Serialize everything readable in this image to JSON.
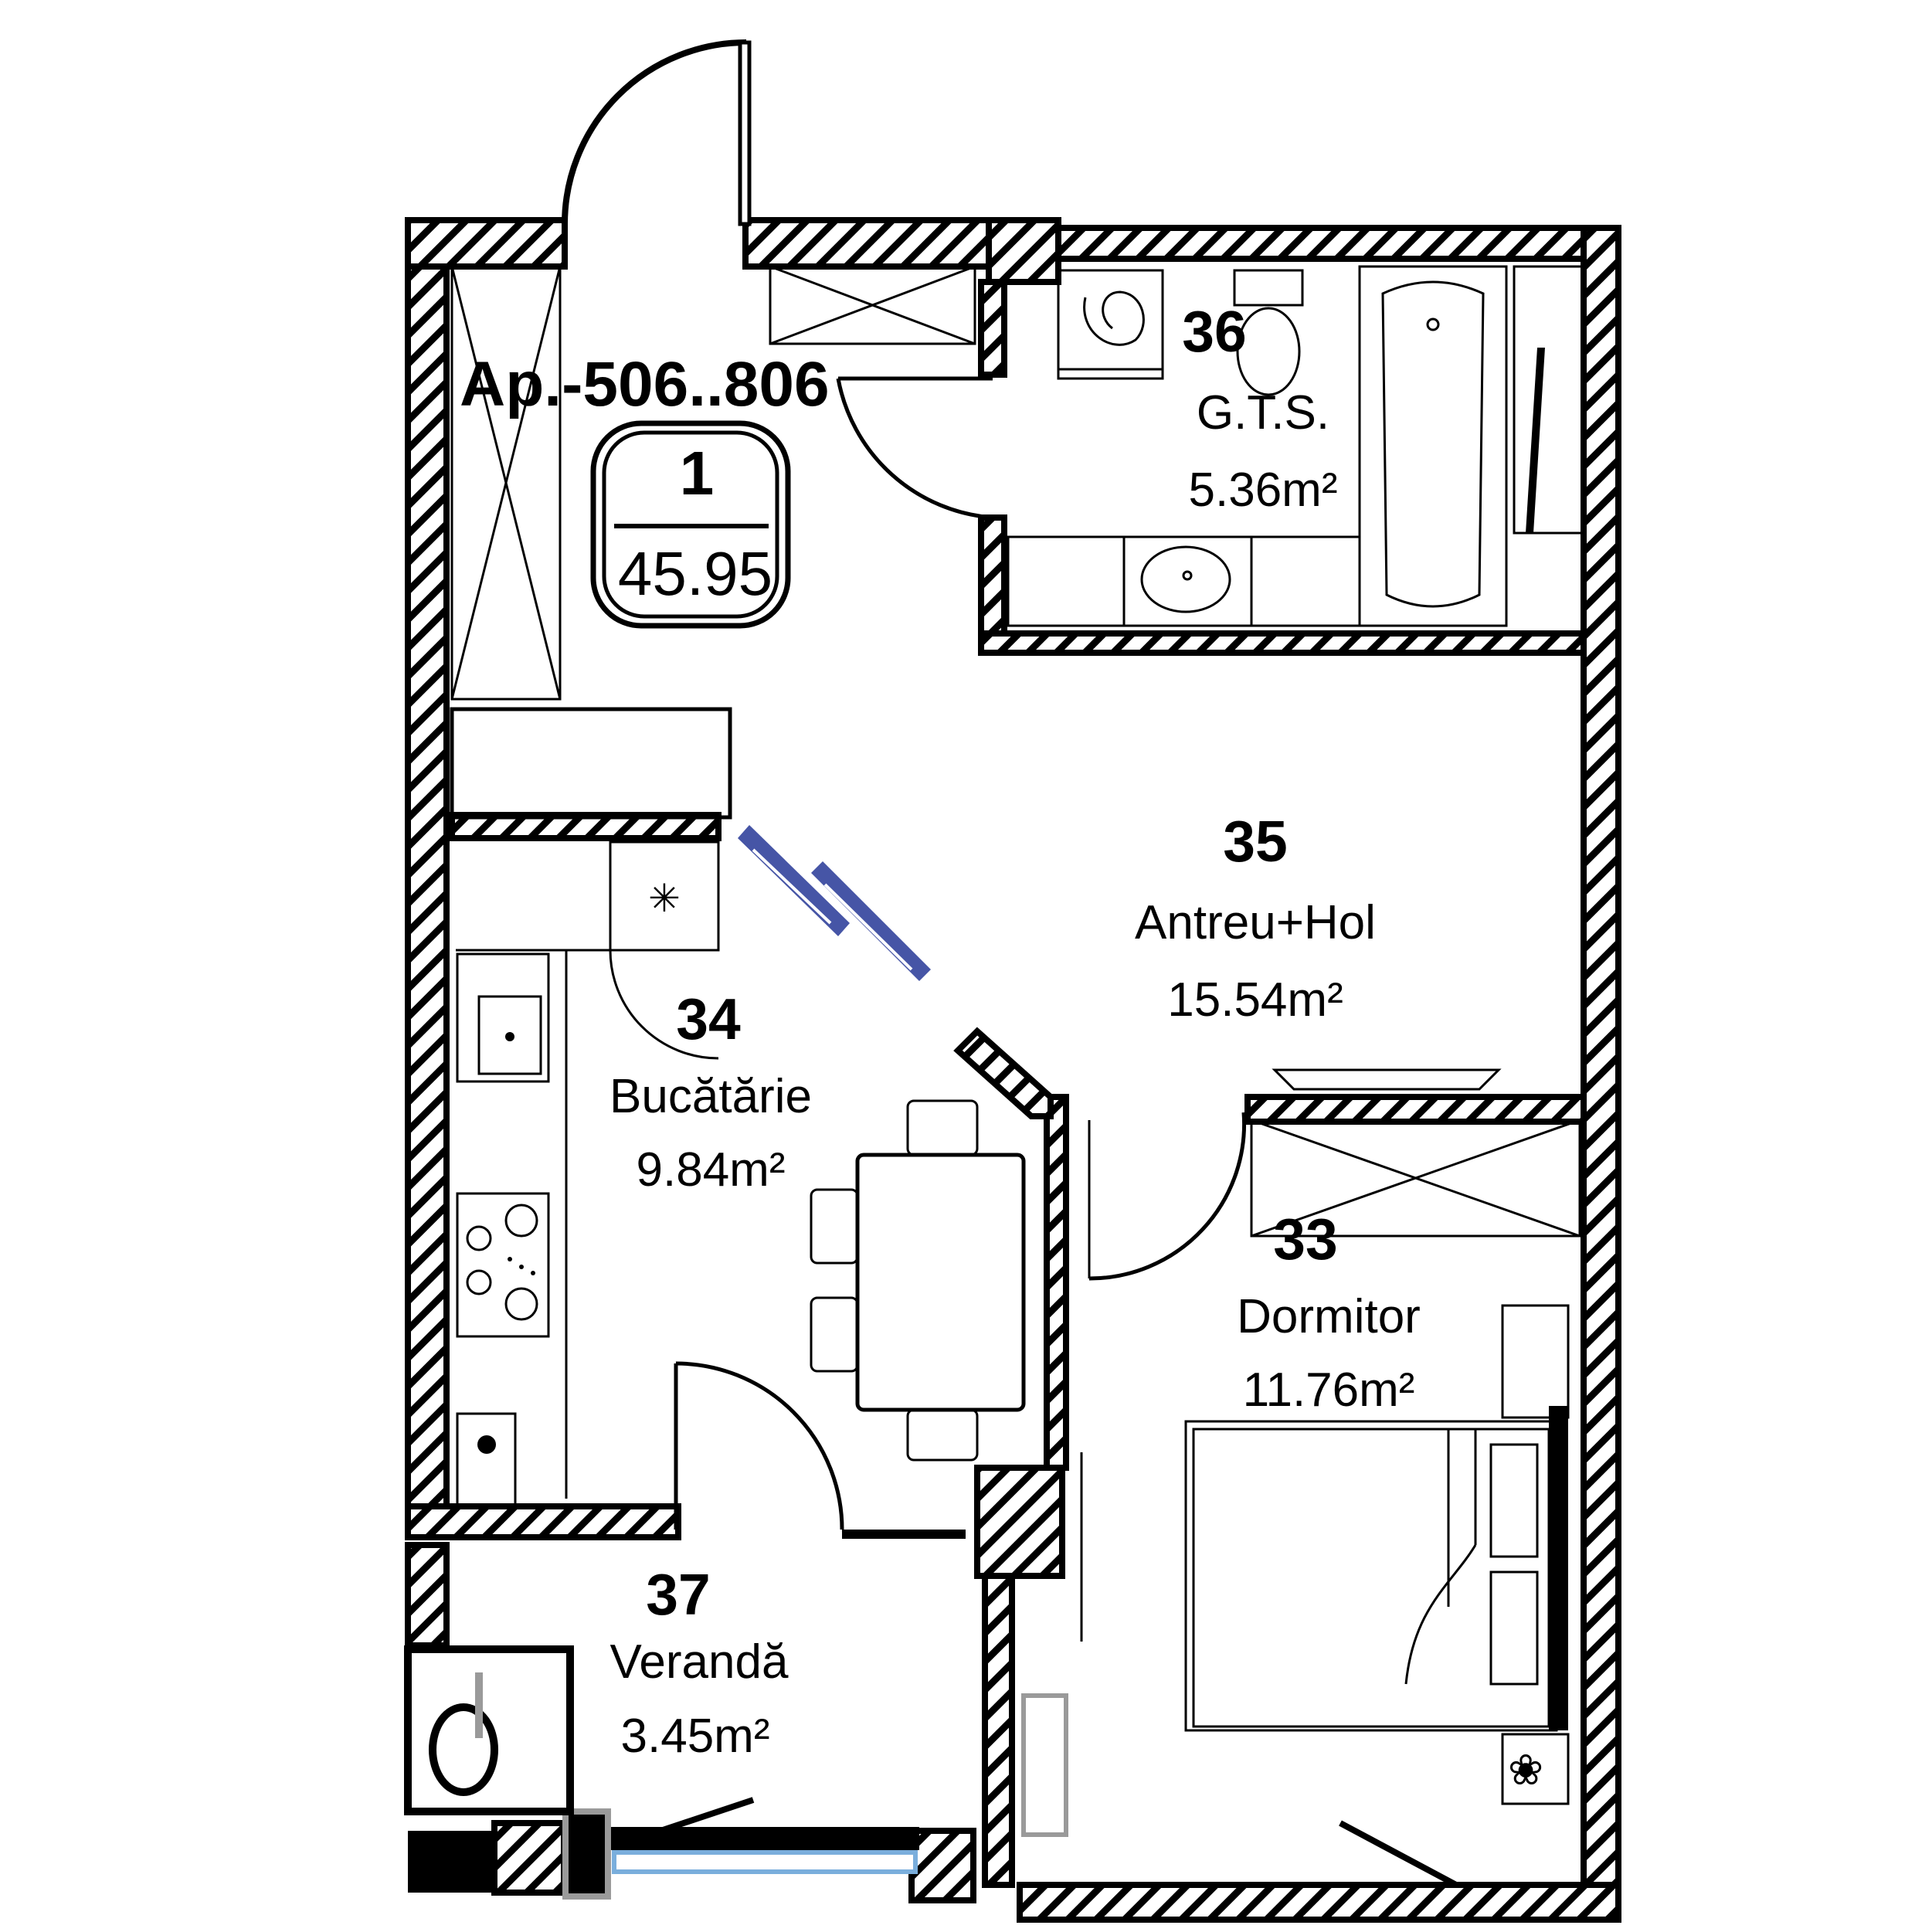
{
  "plan": {
    "apartment_label": "Ap.-506..806",
    "badge": {
      "number": "1",
      "total_area": "45.95"
    }
  },
  "rooms": [
    {
      "id": "33",
      "name": "Dormitor",
      "area": "11.76m²"
    },
    {
      "id": "34",
      "name": "Bucătărie",
      "area": "9.84m²"
    },
    {
      "id": "35",
      "name": "Antreu+Hol",
      "area": "15.54m²"
    },
    {
      "id": "36",
      "name": "G.T.S.",
      "area": "5.36m²"
    },
    {
      "id": "37",
      "name": "Verandă",
      "area": "3.45m²"
    }
  ],
  "icons": {
    "entrance_door": "door-swing-icon",
    "sliding_door": "sliding-door-icon",
    "bathtub": "bathtub-icon",
    "toilet": "toilet-icon",
    "washbasin": "washbasin-icon",
    "washing_machine": "washing-machine-icon",
    "kitchen_sink": "kitchen-sink-icon",
    "stove": "stove-icon",
    "dining_table": "dining-table-icon",
    "bed": "bed-icon",
    "wardrobe": "wardrobe-icon",
    "plant": "plant-icon"
  },
  "colors": {
    "sliding_door": "#4655a6",
    "window_glass": "#7aaedc",
    "frame_gray": "#9a9a9a"
  }
}
